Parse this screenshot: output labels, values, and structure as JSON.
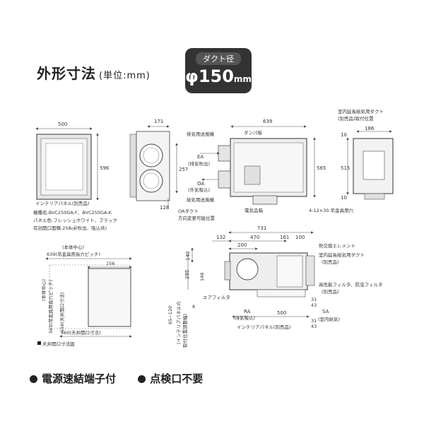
{
  "header": {
    "title": "外形寸法",
    "unit": "(単位:mm)",
    "duct_label": "ダクト径",
    "duct_value": "φ150",
    "duct_unit": "mm"
  },
  "panel_view": {
    "width": "500",
    "height": "596",
    "caption": "インテリアパネル(別売品)",
    "model_line": "機種名:BVC250GA-F、BVC250GA-K",
    "color_line": "パネル色:フレッシュホワイト、ブラック",
    "area_line": "有効開口面積:258㎠(吹出、吸込共)"
  },
  "side_view": {
    "dim_171": "171",
    "dim_257": "257",
    "dim_128": "128",
    "ea_label": "EA",
    "ea_desc": "(排気吹出)",
    "oa_label": "OA",
    "oa_desc": "(外気吸込)"
  },
  "top_view": {
    "dim_639": "639",
    "dim_565": "565",
    "exhaust_fan": "排気用送風機",
    "damper": "ダンパ板",
    "supply_fan": "給気用送風機",
    "electrical_box": "電気品箱",
    "hanging_holes": "4-12×30 吊金具用穴",
    "oa_duct_note1": "OAダクト",
    "oa_duct_note2": "方向変更可能位置"
  },
  "end_view": {
    "title1": "室内延長給気用ダクト",
    "title2": "(別売品)取付位置",
    "dim_186": "186",
    "dim_10a": "10",
    "dim_515": "515",
    "dim_10b": "10"
  },
  "front_view": {
    "dim_731": "731",
    "dim_132": "132",
    "dim_470": "470",
    "dim_161": "161",
    "dim_100": "100",
    "dim_200": "200",
    "dim_140": "140",
    "dim_295": "295",
    "dim_148": "148",
    "dim_65_120": "65~120",
    "panel_pos1": "(インテリアパネルの",
    "panel_pos2": "取付位置調整幅)",
    "dim_8": "8",
    "dim_31a": "31",
    "dim_43a": "43",
    "dim_31b": "31",
    "dim_43b": "43",
    "dim_500": "500",
    "heat_element": "熱交換エレメント",
    "ext_duct1": "室内延長給気用ダクト",
    "ext_duct2": "(別売品)",
    "hp_filter1": "高性能フィルタ、防虫フィルタ",
    "hp_filter2": "(別売品)",
    "air_filter": "エアフィルタ",
    "ra_label": "RA",
    "ra_desc": "(排気吸込)",
    "sa_label": "SA",
    "sa_desc": "(室内給気)",
    "interior_panel": "インテリアパネル(別売品)"
  },
  "ceiling_view": {
    "center_note": "(本体中心)",
    "dim_639_note": "639(吊金具用長穴ピッチ)",
    "dim_156": "156",
    "dim_565_note": "565(吊金具用長穴ピッチ)",
    "center_note_v": "(本体中心)",
    "dim_556": "556(天井開口寸法)",
    "dim_460": "460(天井開口寸法)",
    "caption": "天井開口寸法図"
  },
  "footer": {
    "item1": "電源速結端子付",
    "item2": "点検口不要"
  }
}
